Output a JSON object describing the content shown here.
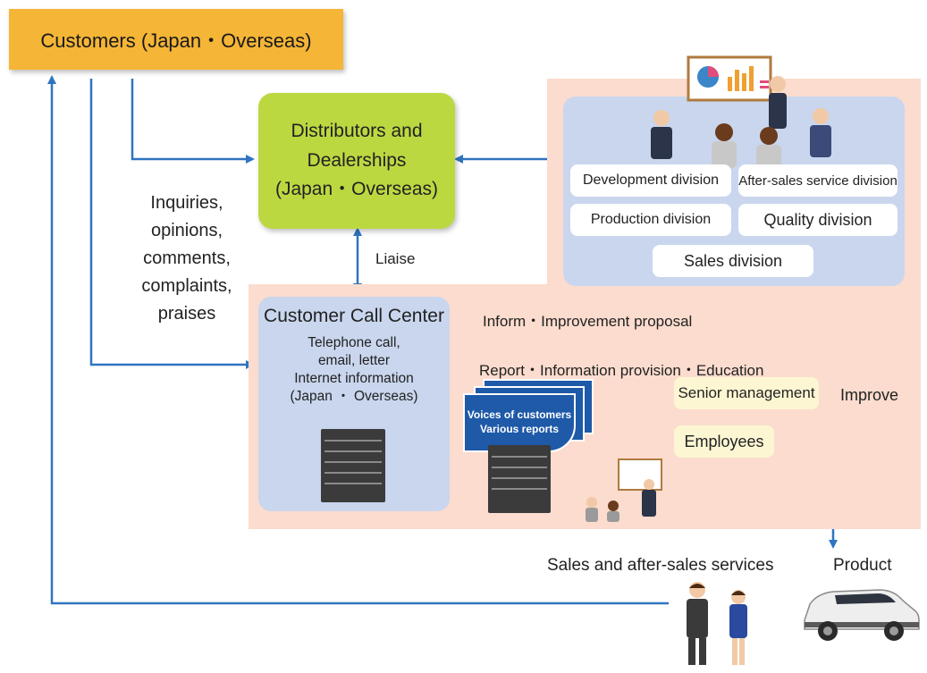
{
  "customers": "Customers (Japan・Overseas)",
  "distributors": [
    "Distributors and",
    "Dealerships",
    "(Japan・Overseas)"
  ],
  "inquiries": [
    "Inquiries,",
    "opinions,",
    "comments,",
    "complaints,",
    "praises"
  ],
  "liaise": "Liaise",
  "divisions": {
    "development": "Development division",
    "after_sales": "After-sales service division",
    "production": "Production division",
    "quality": "Quality division",
    "sales": "Sales division"
  },
  "call_center": {
    "title": "Customer Call Center",
    "lines": [
      "Telephone call,",
      "email, letter",
      "Internet information",
      "(Japan ・ Overseas)"
    ]
  },
  "inform": "Inform・Improvement proposal",
  "report_info": "Report・Information provision・Education",
  "reports": [
    "Voices of customers",
    "Various reports"
  ],
  "senior_management": "Senior management",
  "employees": "Employees",
  "improve": "Improve",
  "sales_services": "Sales and after-sales services",
  "product": "Product",
  "colors": {
    "arrow": "#2f74c0",
    "customers_bg": "#f5b536",
    "distributors_bg": "#bcd841",
    "panel_bg": "#c9d6ee",
    "peach_bg": "#fbdcce"
  }
}
